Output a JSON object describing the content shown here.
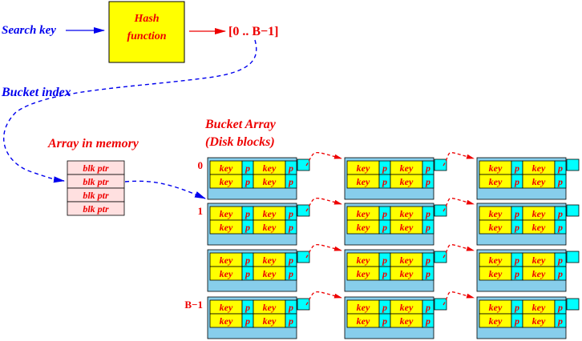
{
  "labels": {
    "search_key": "Search key",
    "hash_fn_line1": "Hash",
    "hash_fn_line2": "function",
    "range": "[0 .. B−1]",
    "bucket_index": "Bucket index",
    "array_in_memory": "Array in memory",
    "bucket_array_line1": "Bucket Array",
    "bucket_array_line2": "(Disk blocks)"
  },
  "memory_array": [
    "blk ptr",
    "blk ptr",
    "blk ptr",
    "blk ptr"
  ],
  "bucket_rows": [
    "0",
    "1",
    "",
    "B−1"
  ],
  "cell": {
    "key": "key",
    "ptr": "p"
  },
  "colors": {
    "blue": "#0000ee",
    "red": "#ee0000",
    "yellow": "#ffff00",
    "cyan": "#00ffff",
    "block_bg": "#87ceeb",
    "pink": "#ffe0e0"
  }
}
